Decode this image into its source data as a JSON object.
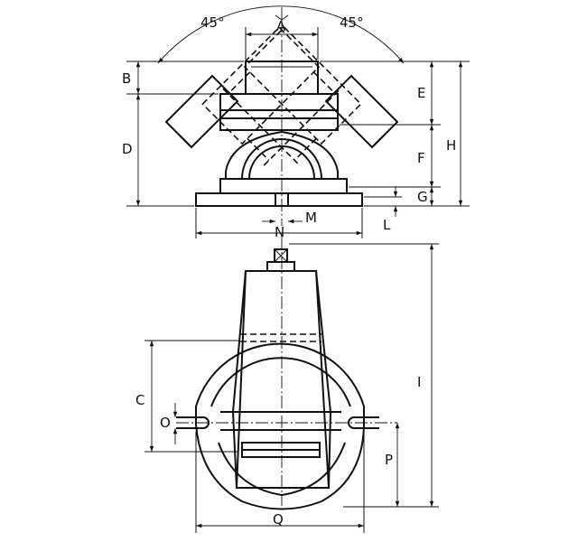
{
  "drawing": {
    "angle_left": "45°",
    "angle_right": "45°",
    "labels": {
      "A": "A",
      "B": "B",
      "D": "D",
      "E": "E",
      "F": "F",
      "G": "G",
      "H": "H",
      "L": "L",
      "M": "M",
      "N": "N",
      "I": "I",
      "C": "C",
      "O": "O",
      "P": "P",
      "Q": "Q"
    }
  }
}
